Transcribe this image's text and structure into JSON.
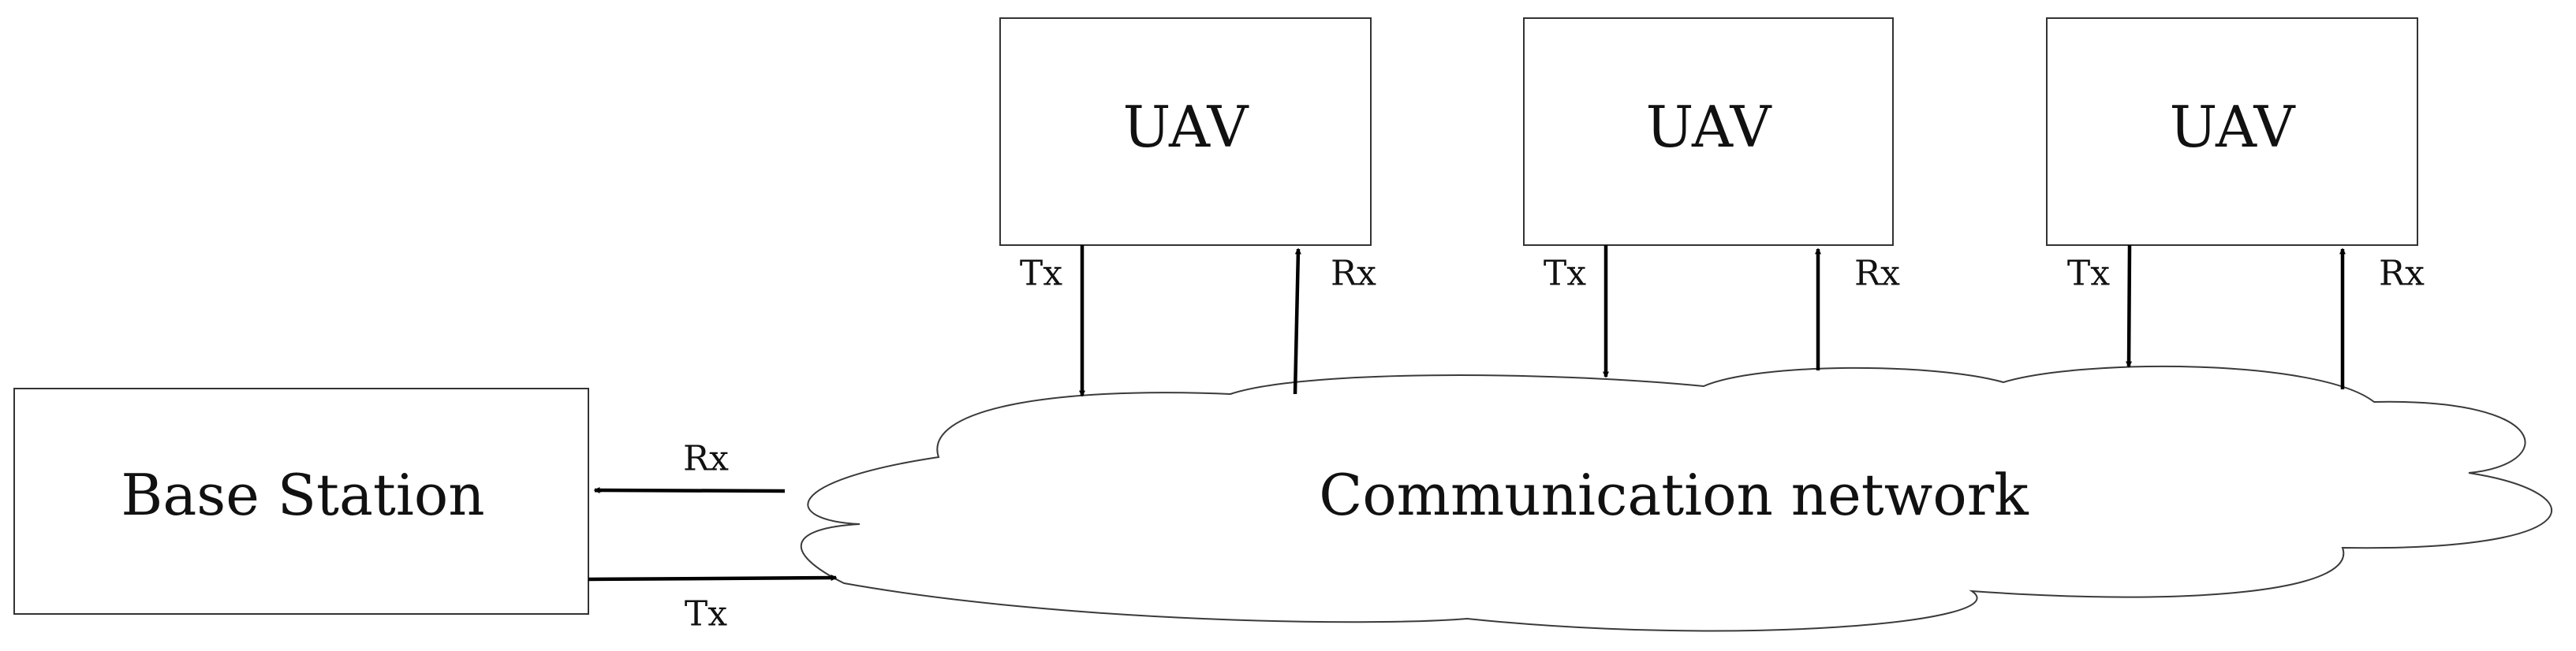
{
  "diagram": {
    "base_station": {
      "label": "Base Station",
      "rx_label": "Rx",
      "tx_label": "Tx"
    },
    "network": {
      "label": "Communication network"
    },
    "uavs": [
      {
        "label": "UAV",
        "tx_label": "Tx",
        "rx_label": "Rx"
      },
      {
        "label": "UAV",
        "tx_label": "Tx",
        "rx_label": "Rx"
      },
      {
        "label": "UAV",
        "tx_label": "Tx",
        "rx_label": "Rx"
      }
    ]
  }
}
